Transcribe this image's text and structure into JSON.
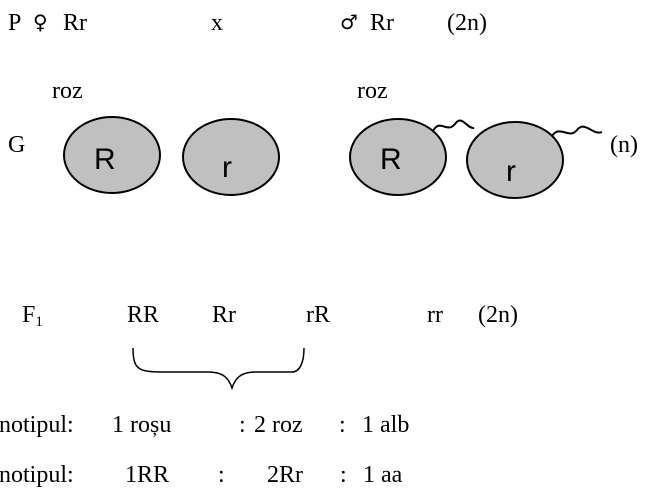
{
  "parents": {
    "p_label": "P",
    "female_symbol": "♀",
    "female_genotype": "Rr",
    "cross": "x",
    "male_symbol": "♂",
    "male_genotype": "Rr",
    "ploidy": "(2n)",
    "female_phenotype": "roz",
    "male_phenotype": "roz"
  },
  "gametes": {
    "label": "G",
    "female": [
      "R",
      "r"
    ],
    "male": [
      "R",
      "r"
    ],
    "ploidy": "(n)"
  },
  "f1": {
    "label_main": "F",
    "label_sub": "1",
    "genotypes": [
      "RR",
      "Rr",
      "rR",
      "rr"
    ],
    "ploidy": "(2n)"
  },
  "ratios": {
    "phenotype_label": "notipul:",
    "phenotype": [
      "1 roșu",
      ":",
      "2 roz",
      ":",
      "1 alb"
    ],
    "genotype_label": "notipul:",
    "genotype": [
      "1RR",
      ":",
      "2Rr",
      ":",
      "1 aa"
    ]
  },
  "colors": {
    "gamete_fill": "#c0c0c0",
    "stroke": "#000000"
  }
}
